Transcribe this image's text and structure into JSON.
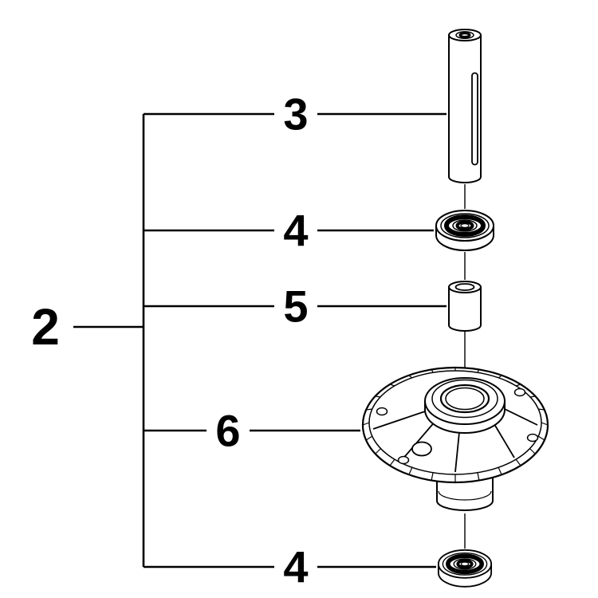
{
  "diagram": {
    "type": "exploded-parts-view",
    "colors": {
      "line": "#000000",
      "label": "#000000",
      "background": "#ffffff"
    },
    "callouts": [
      {
        "part": "assembly-group",
        "label": "2"
      },
      {
        "part": "shaft",
        "label": "3"
      },
      {
        "part": "bearing-top",
        "label": "4"
      },
      {
        "part": "spacer",
        "label": "5"
      },
      {
        "part": "spindle-housing",
        "label": "6"
      },
      {
        "part": "bearing-bottom",
        "label": "4"
      }
    ]
  }
}
